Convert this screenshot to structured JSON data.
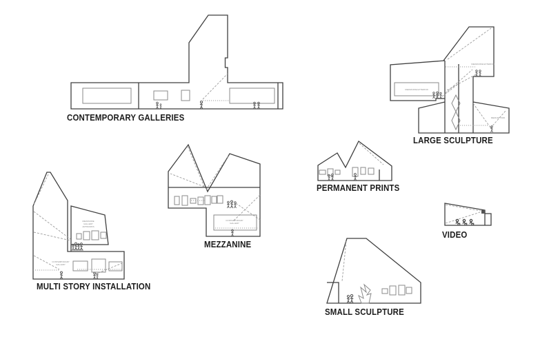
{
  "diagram": {
    "background": "#ffffff",
    "outline_color": "#3f3f3f",
    "detail_color": "#8a8a8a",
    "dashed_color": "#9b9b9b",
    "figure_color": "#4a4a4a",
    "label_color": "#1c1c1c",
    "sections": {
      "contemporary_galleries": {
        "label": "CONTEMPORARY GALLERIES"
      },
      "large_sculpture": {
        "label": "LARGE SCULPTURE",
        "micro_wing": "MEZZANINE EXTERIOR",
        "micro_upper": "MEZZANINE EXTERIOR",
        "micro_lower": "MEDIUM VOID"
      },
      "multi_story_installation": {
        "label": "MULTI STORY INSTALLATION",
        "micro_mid_1": "MEZZANINE",
        "micro_mid_2": "GALLERY",
        "micro_mid_3": "ARTWORKS",
        "micro_lower_1": "CONTEMPORARY",
        "micro_lower_2": "GALLERY"
      },
      "mezzanine": {
        "label": "MEZZANINE",
        "micro_1": "CONTEMPORARY",
        "micro_2": "GALLERY"
      },
      "permanent_prints": {
        "label": "PERMANENT PRINTS"
      },
      "video": {
        "label": "VIDEO"
      },
      "small_sculpture": {
        "label": "SMALL SCULPTURE"
      }
    }
  }
}
